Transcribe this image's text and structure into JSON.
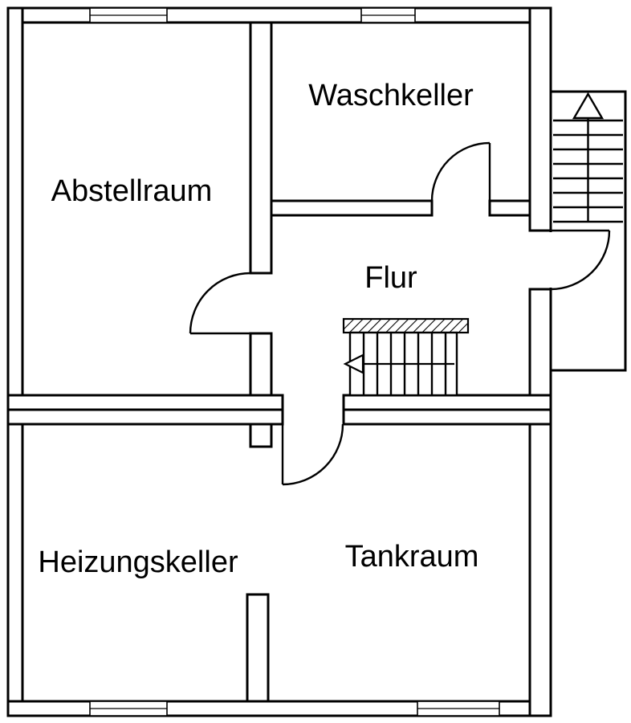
{
  "floorplan": {
    "rooms": [
      {
        "id": "abstellraum",
        "label": "Abstellraum"
      },
      {
        "id": "waschkeller",
        "label": "Waschkeller"
      },
      {
        "id": "flur",
        "label": "Flur"
      },
      {
        "id": "heizungskeller",
        "label": "Heizungskeller"
      },
      {
        "id": "tankraum",
        "label": "Tankraum"
      }
    ],
    "stairs": [
      {
        "id": "flur-stairs",
        "direction_icon": "arrow-left"
      },
      {
        "id": "annex-stairs",
        "direction_icon": "arrow-up"
      }
    ],
    "doors": [
      {
        "id": "abstellraum-door"
      },
      {
        "id": "waschkeller-door"
      },
      {
        "id": "tankraum-door"
      },
      {
        "id": "annex-door"
      }
    ],
    "windows": [
      {
        "id": "window-top-left"
      },
      {
        "id": "window-top-middle"
      },
      {
        "id": "window-bottom-left"
      },
      {
        "id": "window-bottom-right"
      }
    ],
    "colors": {
      "line": "#000000",
      "background": "#ffffff"
    }
  }
}
